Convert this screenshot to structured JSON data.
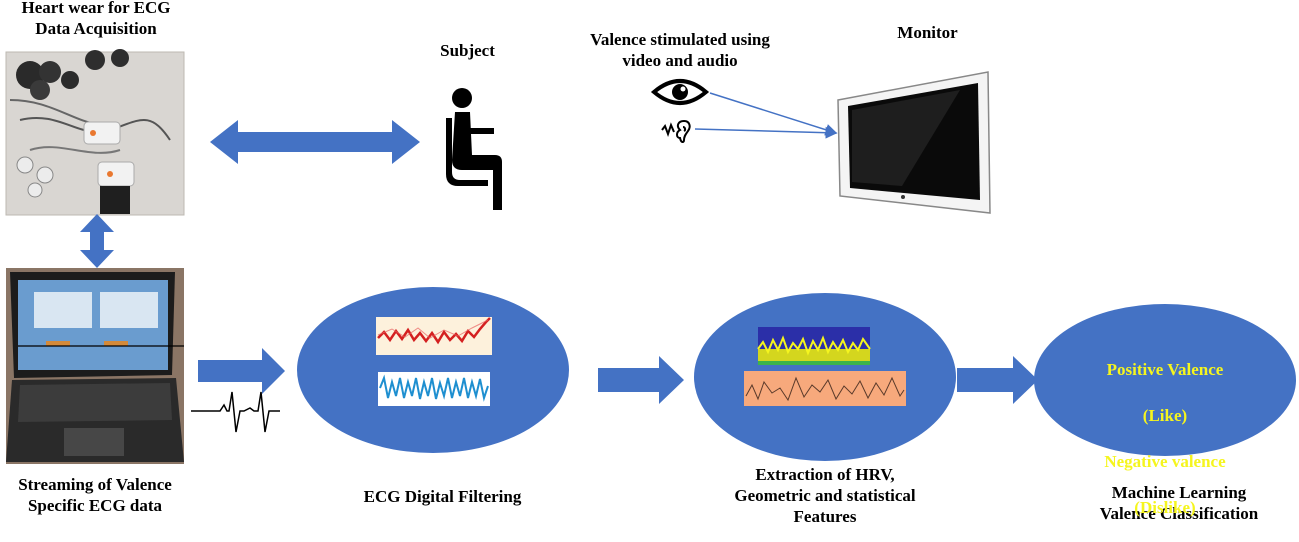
{
  "labels": {
    "heart_wear": "Heart wear for ECG\nData Acquisition",
    "subject": "Subject",
    "valence_stimulated": "Valence stimulated using\nvideo and audio",
    "monitor": "Monitor",
    "streaming": "Streaming of Valence\nSpecific ECG data",
    "ecg_filtering": "ECG Digital Filtering",
    "extraction": "Extraction of HRV,\nGeometric and statistical\nFeatures",
    "ml_classification": "Machine Learning\nValence Classification"
  },
  "classification": {
    "positive": "Positive Valence",
    "like": "(Like)",
    "negative": "Negative valence",
    "dislike": "(Dislike)"
  },
  "colors": {
    "accent_blue": "#4472C4",
    "highlight_yellow": "#F5F51E",
    "signal_red": "#D42020",
    "signal_blue": "#1E8FD0",
    "spectrum_panel": "#F7A97C"
  },
  "icons": {
    "subject": "seated-person-icon",
    "eye": "eye-icon",
    "ear": "ear-icon",
    "monitor": "monitor-icon",
    "ecg": "ecg-waveform-icon"
  }
}
